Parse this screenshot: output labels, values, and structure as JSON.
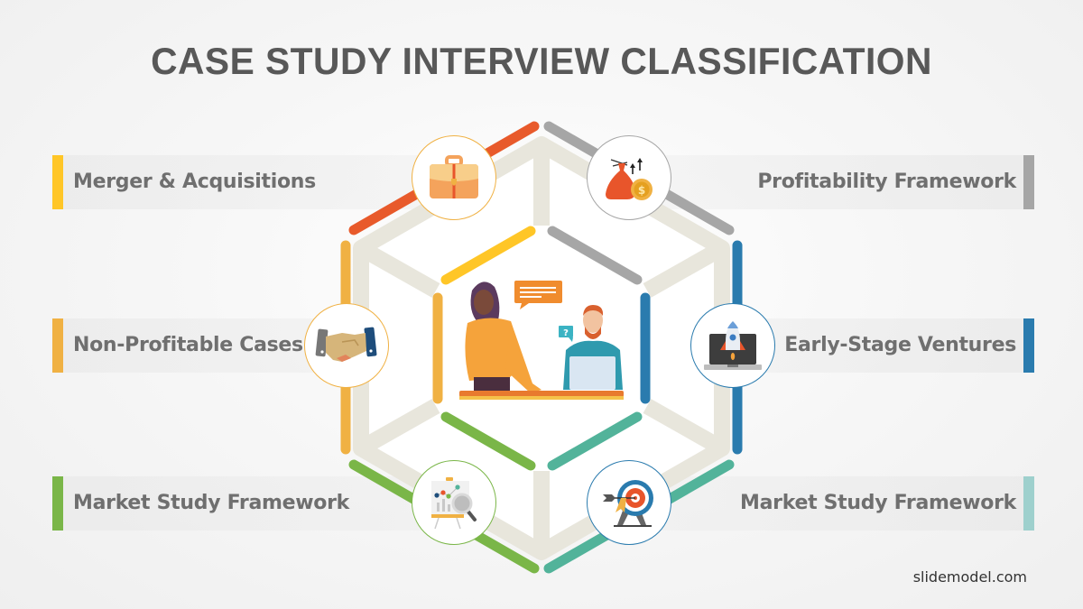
{
  "slide": {
    "title": "CASE STUDY INTERVIEW CLASSIFICATION",
    "footer": "slidemodel.com"
  },
  "items": [
    {
      "label": "Merger & Acquisitions",
      "side": "left",
      "position": "top",
      "color": "#FFC627",
      "segment_color": "#E85A2B",
      "icon": "briefcase-icon"
    },
    {
      "label": "Profitability Framework",
      "side": "right",
      "position": "top",
      "color": "#A6A6A6",
      "segment_color": "#A6A6A6",
      "icon": "money-bag-icon"
    },
    {
      "label": "Non-Profitable Cases",
      "side": "left",
      "position": "middle",
      "color": "#F0B143",
      "segment_color": "#F0B143",
      "icon": "handshake-icon"
    },
    {
      "label": "Early-Stage Ventures",
      "side": "right",
      "position": "middle",
      "color": "#2A7BAE",
      "segment_color": "#2A7BAE",
      "icon": "rocket-laptop-icon"
    },
    {
      "label": "Market Study Framework",
      "side": "left",
      "position": "bottom",
      "color": "#7AB648",
      "segment_color": "#7AB648",
      "icon": "chart-magnifier-icon"
    },
    {
      "label": "Market Study Framework",
      "side": "right",
      "position": "bottom",
      "color": "#9ED0CD",
      "segment_color": "#52B39A",
      "icon": "target-arrow-icon"
    }
  ],
  "center": {
    "illustration": "interview-people-illustration",
    "speech_bubble_mark": "?"
  },
  "colors": {
    "title": "#585858",
    "label_text": "#6F6F6F",
    "hex_frame": "#E8E6DC"
  }
}
